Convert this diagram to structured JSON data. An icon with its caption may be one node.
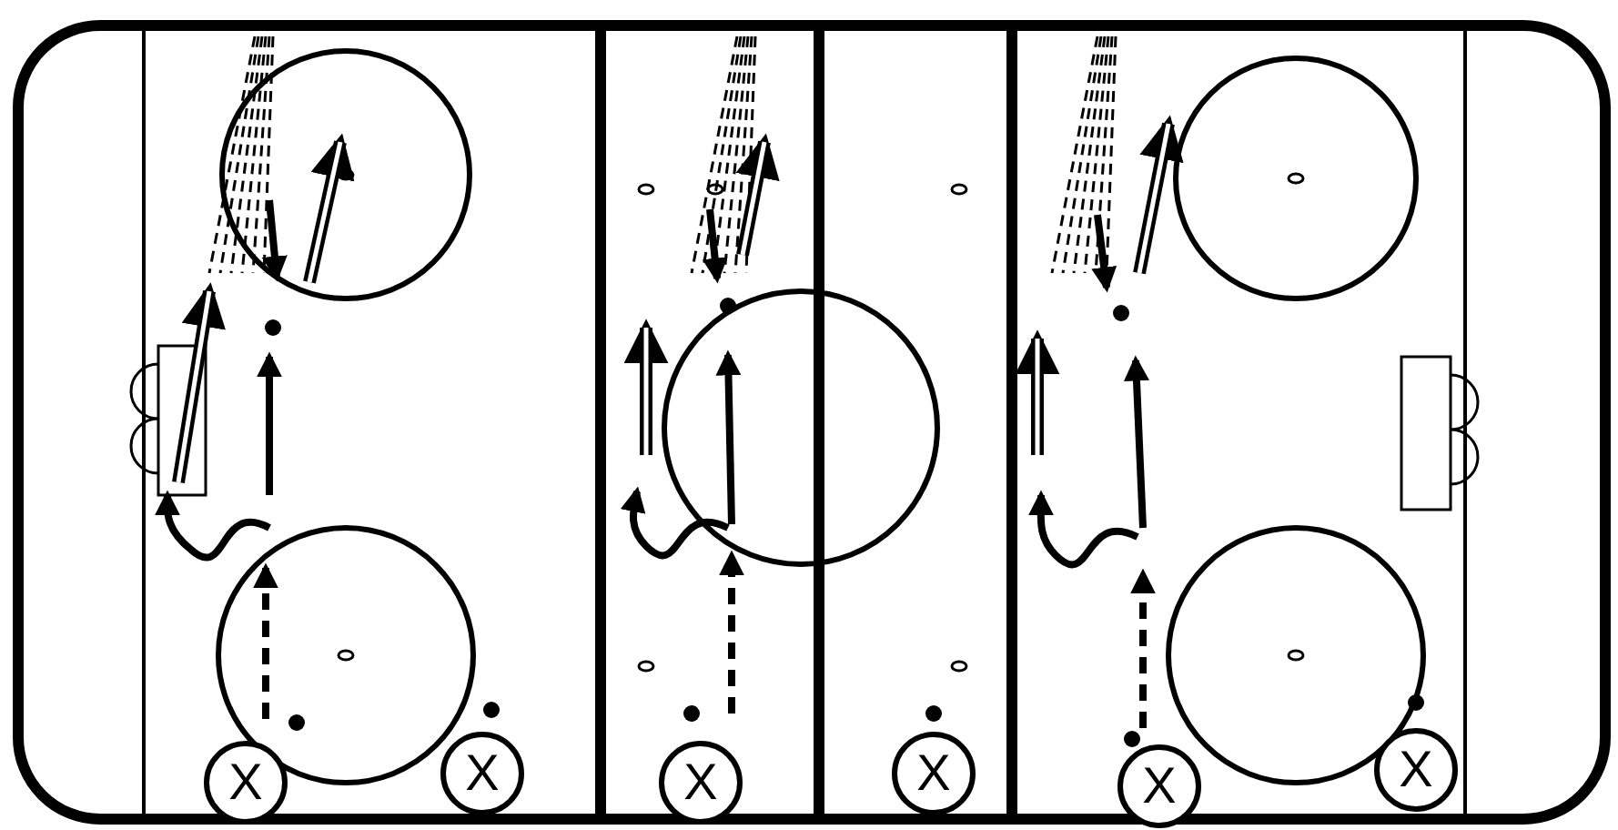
{
  "diagram": {
    "nodes": [
      {
        "text": [
          "X"
        ]
      },
      {
        "text": [
          "X"
        ]
      },
      {
        "text": [
          "X"
        ]
      },
      {
        "text": [
          "X"
        ]
      },
      {
        "text": [
          "X"
        ]
      },
      {
        "text": [
          "X"
        ]
      }
    ]
  }
}
